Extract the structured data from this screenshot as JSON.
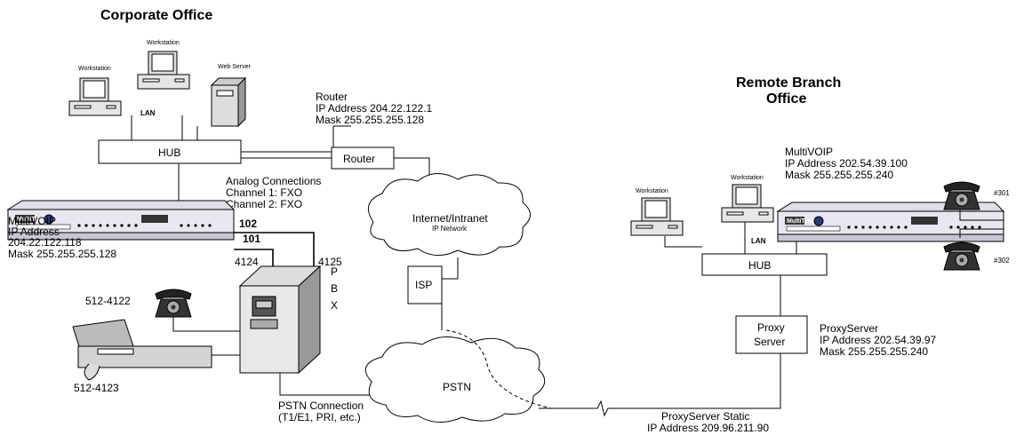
{
  "headings": {
    "corporate": "Corporate Office",
    "remote_line1": "Remote Branch",
    "remote_line2": "Office"
  },
  "corporate": {
    "ws1": "Workstation",
    "ws2": "Workstation",
    "web_server": "Web Server",
    "lan": "LAN",
    "hub": "HUB",
    "router_box": "Router",
    "router_info": [
      "Router",
      "IP Address 204.22.122.1",
      "Mask 255.255.255.128"
    ],
    "analog": [
      "Analog Connections",
      "Channel 1: FXO",
      "Channel 2: FXO"
    ],
    "multivoip_info": [
      "MultiVOIP",
      "IP Address",
      "204.22.122.118",
      "Mask 255.255.255.128"
    ],
    "port_102": "102",
    "port_101": "101",
    "ext_4124": "4124",
    "ext_4125": "4125",
    "pbx": [
      "P",
      "B",
      "X"
    ],
    "phone_num": "512-4122",
    "fax_num": "512-4123",
    "pstn_conn": [
      "PSTN Connection",
      "(T1/E1, PRI, etc.)"
    ]
  },
  "network": {
    "internet": "Internet/Intranet",
    "ip_network": "IP Network",
    "isp": "ISP",
    "pstn": "PSTN",
    "proxy_static": [
      "ProxyServer Static",
      "IP Address 209.96.211.90"
    ]
  },
  "remote": {
    "ws1": "Workstation",
    "ws2": "Workstation",
    "lan": "LAN",
    "hub": "HUB",
    "multivoip_info": [
      "MultiVOIP",
      "IP Address 202.54.39.100",
      "Mask 255.255.255.240"
    ],
    "phone1": "#301",
    "phone2": "#302",
    "proxy_box": [
      "Proxy",
      "Server"
    ],
    "proxy_info": [
      "ProxyServer",
      "IP Address 202.54.39.97",
      "Mask 255.255.255.240"
    ]
  },
  "device_brand": "MultiTech"
}
